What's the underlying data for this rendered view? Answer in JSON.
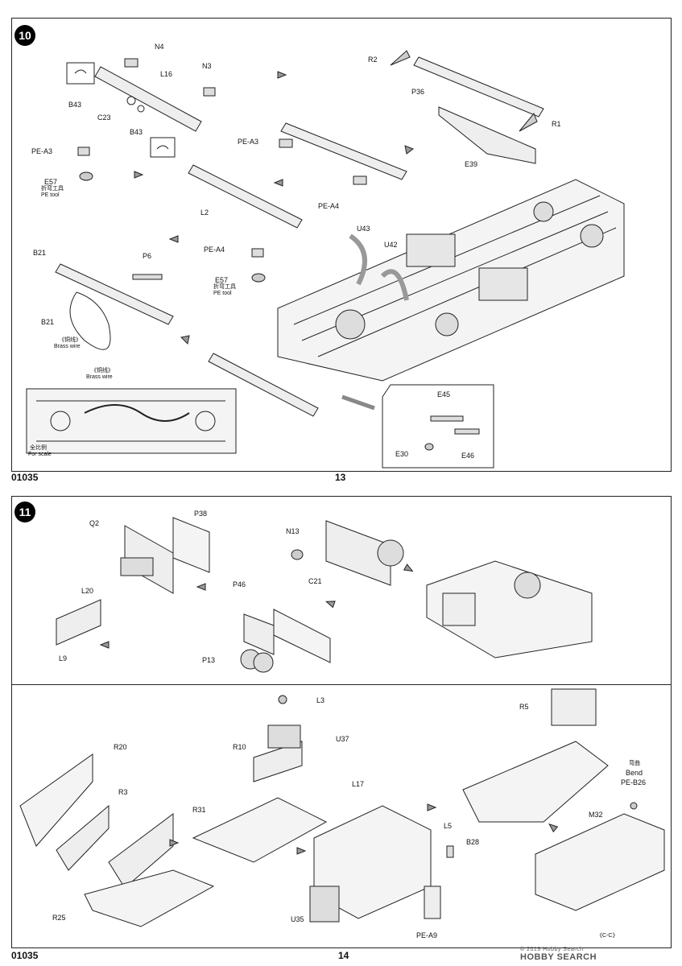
{
  "pages": [
    {
      "code": "01035",
      "page_number": "13",
      "step": "10",
      "labels": {
        "n4": "N4",
        "n3": "N3",
        "l16": "L16",
        "b43a": "B43",
        "c23": "C23",
        "b43b": "B43",
        "r2": "R2",
        "p36": "P36",
        "r1": "R1",
        "e39": "E39",
        "pea3_left": "PE-A3",
        "e57_left": "E57",
        "tool_cn_left": "折弯工具",
        "tool_en_left": "PE tool",
        "pea3_mid": "PE-A3",
        "pea4_mid": "PE-A4",
        "l2": "L2",
        "u43": "U43",
        "u42": "U42",
        "b21a": "B21",
        "p6": "P6",
        "b21b": "B21",
        "wire_cn": "《铜线》",
        "wire_en": "Brass wire",
        "pea4_b": "PE-A4",
        "e57_b": "E57",
        "tool_cn_b": "折弯工具",
        "tool_en_b": "PE tool",
        "wire_cn2": "《铜线》",
        "wire_en2": "Brass wire",
        "scale_cn": "全比例",
        "scale_en": "For scale",
        "e45": "E45",
        "e30": "E30",
        "e46": "E46"
      }
    },
    {
      "code": "01035",
      "page_number": "14",
      "step": "11",
      "labels": {
        "q2": "Q2",
        "p38": "P38",
        "l20": "L20",
        "l9": "L9",
        "p46": "P46",
        "p13": "P13",
        "n13": "N13",
        "c21": "C21",
        "r20": "R20",
        "r3": "R3",
        "r31": "R31",
        "r25": "R25",
        "l3": "L3",
        "u37": "U37",
        "r10": "R10",
        "l17": "L17",
        "l5": "L5",
        "u35": "U35",
        "pea9": "PE-A9",
        "r5": "R5",
        "b28": "B28",
        "bend_cn": "弯曲",
        "bend_en": "Bend",
        "peb26": "PE-B26",
        "m32": "M32",
        "cc": "《C-C》"
      }
    }
  ],
  "watermark": {
    "brand": "HOBBY SEARCH",
    "prefix": "© 2019 Hobby Search"
  }
}
